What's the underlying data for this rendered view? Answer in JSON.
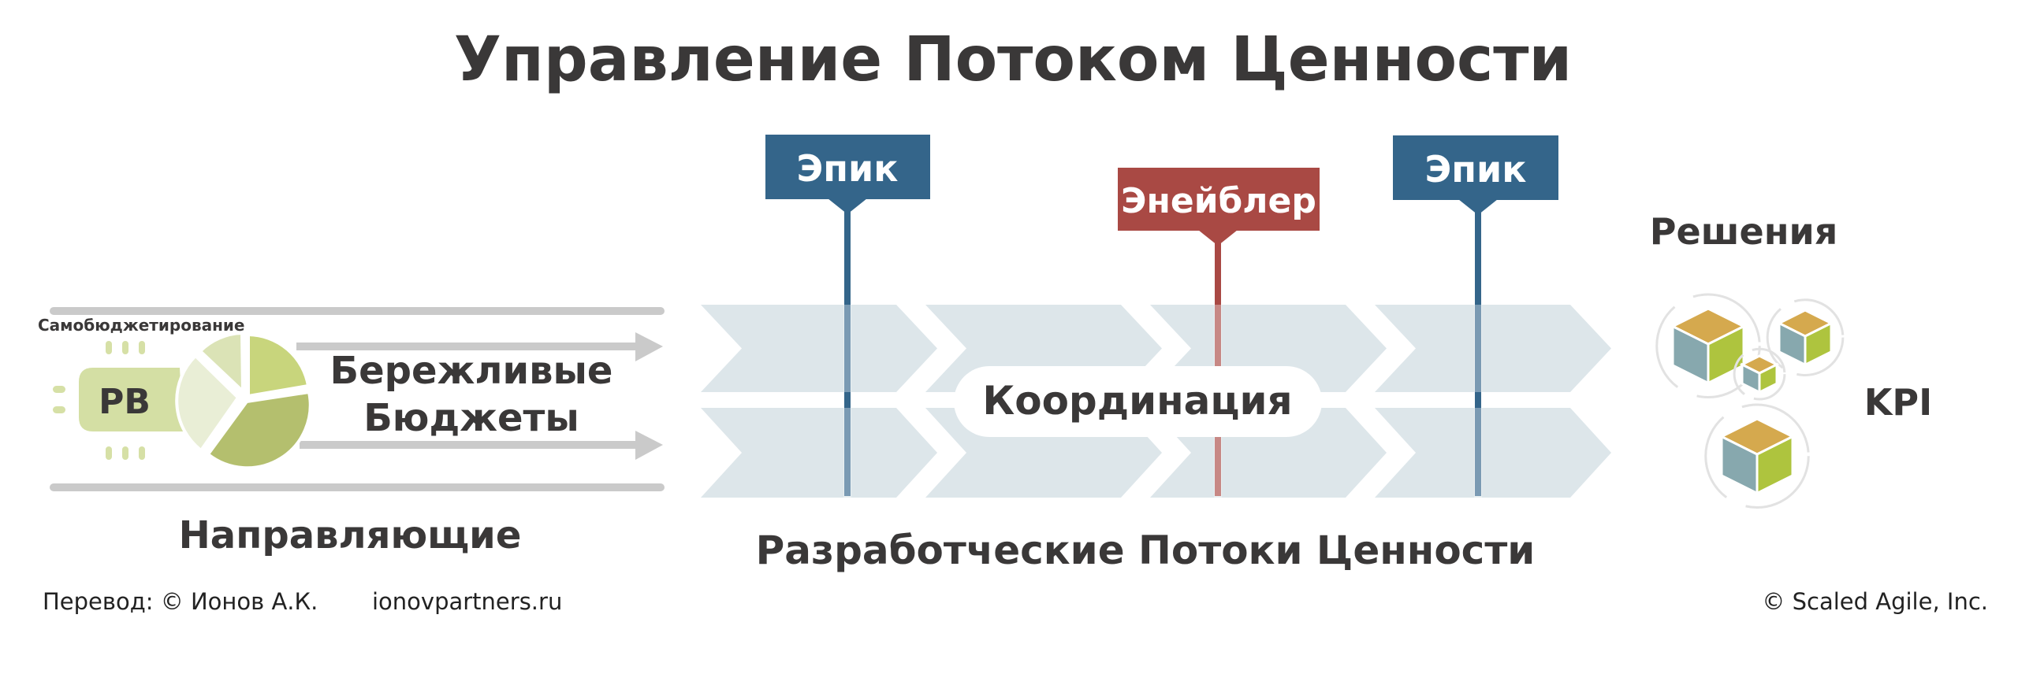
{
  "title": "Управление Потоком Ценности",
  "guardrails": {
    "self_budgeting": "Самобюджетирование",
    "pb_label": "PB",
    "lean_budgets_line1": "Бережливые",
    "lean_budgets_line2": "Бюджеты",
    "caption": "Направляющие"
  },
  "streams": {
    "epic1": "Эпик",
    "enabler": "Энейблер",
    "epic2": "Эпик",
    "coordination": "Координация",
    "caption": "Разработческие Потоки Ценности"
  },
  "solutions": {
    "title": "Решения",
    "kpi": "KPI"
  },
  "footer": {
    "translation": "Перевод: © Ионов А.К.",
    "site": "ionovpartners.ru",
    "copyright": "© Scaled Agile,  Inc."
  },
  "colors": {
    "epic": "#34658a",
    "enabler": "#a94944",
    "chevron": "#dde6ea",
    "text": "#3a3838"
  }
}
